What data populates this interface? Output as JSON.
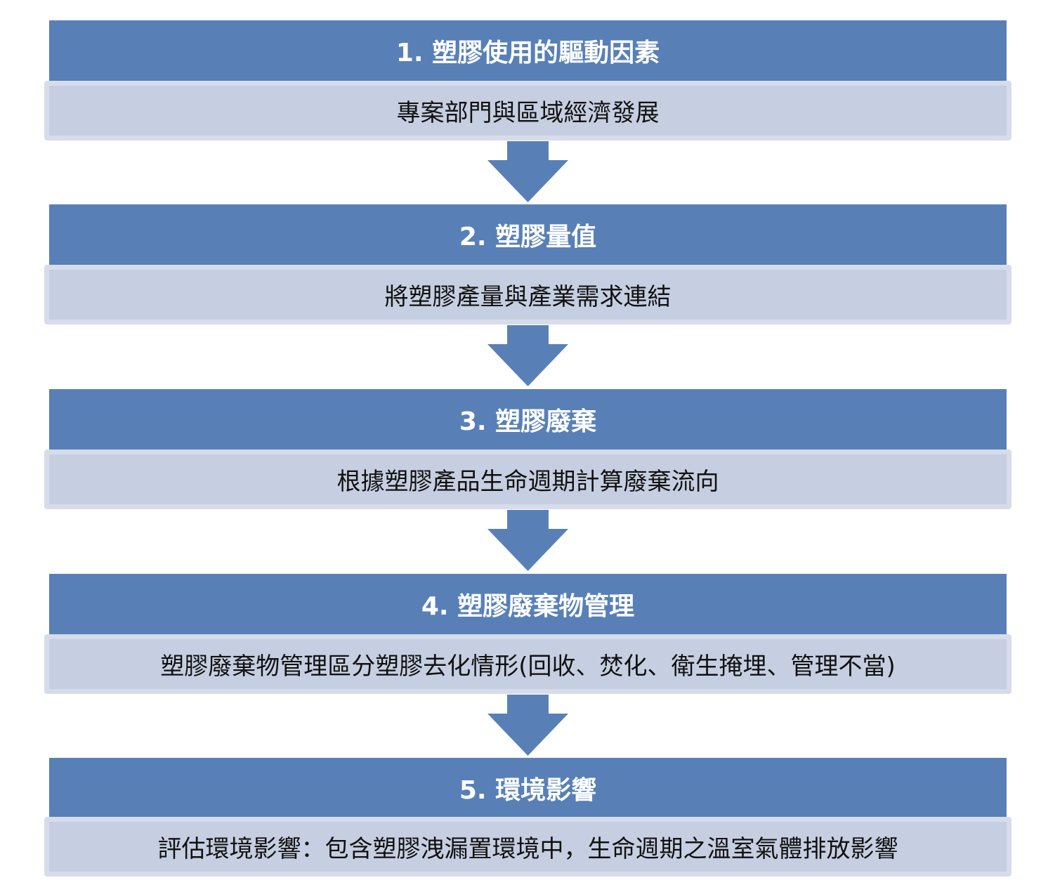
{
  "steps": [
    {
      "title": "1. 塑膠使用的驅動因素",
      "description": "專案部門與區域經濟發展"
    },
    {
      "title": "2. 塑膠量值",
      "description": "將塑膠產量與產業需求連結"
    },
    {
      "title": "3. 塑膠廢棄",
      "description": "根據塑膠產品生命週期計算廢棄流向"
    },
    {
      "title": "4. 塑膠廢棄物管理",
      "description": "塑膠廢棄物管理區分塑膠去化情形(回收、焚化、衛生掩埋、管理不當)"
    },
    {
      "title": "5. 環境影響",
      "description": "評估環境影響：包含塑膠洩漏置環境中，生命週期之溫室氣體排放影響"
    }
  ],
  "colors": {
    "header": "#5880b7",
    "body": "#c6cfe1",
    "arrow": "#5880b7"
  }
}
